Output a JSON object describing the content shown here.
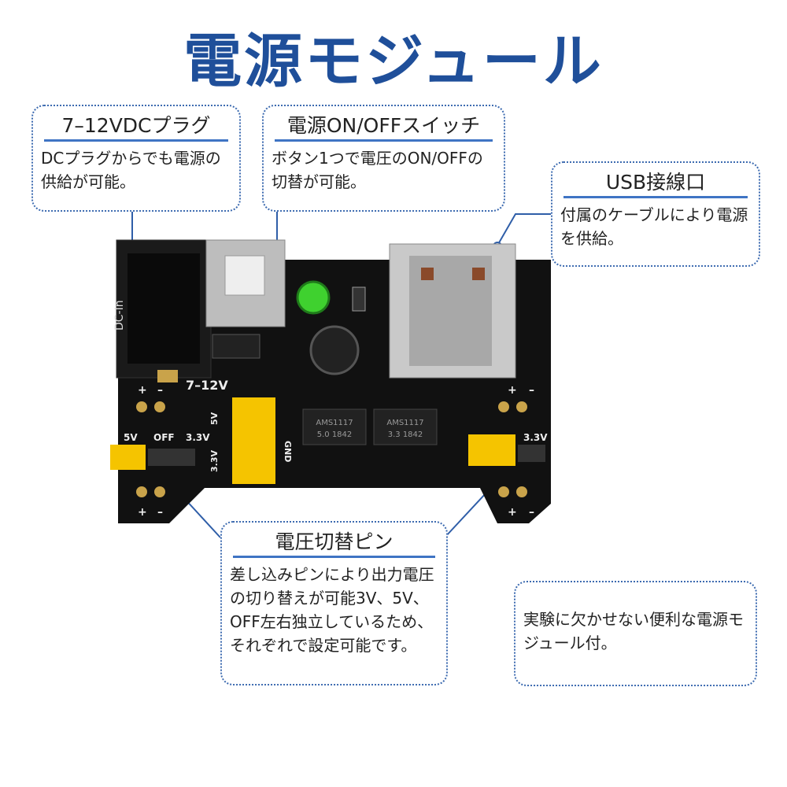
{
  "title": "電源モジュール",
  "callouts": {
    "dc": {
      "heading": "7–12VDCプラグ",
      "text": "DCプラグからでも電源の供給が可能。"
    },
    "switch": {
      "heading": "電源ON/OFFスイッチ",
      "text": "ボタン1つで電圧のON/OFFの切替が可能。"
    },
    "usb": {
      "heading": "USB接線口",
      "text": "付属のケーブルにより電源を供給。"
    },
    "pins": {
      "heading": "電圧切替ピン",
      "text": "差し込みピンにより出力電圧の切り替えが可能3V、5V、OFF左右独立しているため、それぞれで設定可能です。"
    },
    "note": {
      "text": "実験に欠かせない便利な電源モジュール付。"
    }
  },
  "board_labels": {
    "dc_jack": "DC-In",
    "voltage": "7–12V",
    "left_5v": "5V",
    "left_off": "OFF",
    "left_33": "3.3V",
    "right_33": "3.3V",
    "header_5v": "5V",
    "header_33": "3.3V",
    "header_gnd": "GND",
    "plus": "+",
    "minus": "–",
    "reg1_line1": "AMS1117",
    "reg1_line2": "5.0 1842",
    "reg2_line1": "AMS1117",
    "reg2_line2": "3.3 1842"
  },
  "colors": {
    "title": "#1f4f9a",
    "callout_border": "#3d6bb0",
    "pcb": "#111111",
    "jumper": "#f5c400",
    "led": "#3fd12f"
  }
}
